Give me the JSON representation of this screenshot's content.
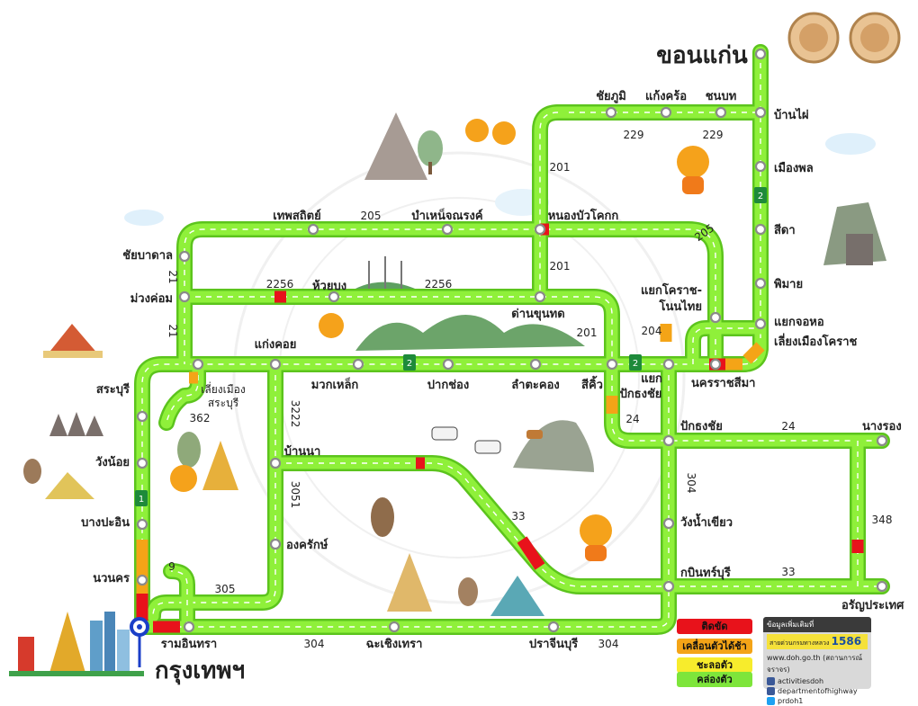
{
  "cities": {
    "start": "ขอนแก่น",
    "end": "กรุงเทพฯ"
  },
  "places": {
    "chaiyaphum": "ชัยภูมิ",
    "kaengkhro": "แก้งคร้อ",
    "chonnabot": "ชนบท",
    "banphai": "บ้านไผ่",
    "mueangphon": "เมืองพล",
    "sida": "สีดา",
    "phimai": "พิมาย",
    "yaekjorho": "แยกจอหอ",
    "bypasskorat": "เลี่ยงเมืองโคราช",
    "nakhonratchasima": "นครราชสีมา",
    "yaekkorat": "แยกโคราช-",
    "nonthai": "โนนไทย",
    "nongbuakok": "หนองบัวโคกก",
    "bamnetnarong": "บำเหน็จณรงค์",
    "thepsathit": "เทพสถิตย์",
    "chaibadan": "ชัยบาดาล",
    "muangkhom": "ม่วงค่อม",
    "huaibong": "ห้วยบง",
    "dankhunthot": "ด่านขุนทด",
    "kaengkhoi": "แก่งคอย",
    "muaklek": "มวกเหล็ก",
    "pakchong": "ปากช่อง",
    "lamtakhong": "ลำตะคอง",
    "sikhio": "สีคิ้ว",
    "yaek": "แยก",
    "pakthongchai_jct": "ปักธงชัย",
    "pakthongchai": "ปักธงชัย",
    "nangrong": "นางรอง",
    "saraburi": "สระบุรี",
    "bypasssaraburi1": "เลี่ยงเมือง",
    "bypasssaraburi2": "สระบุรี",
    "wangnoi": "วังน้อย",
    "bangpain": "บางปะอิน",
    "navanakorn": "นวนคร",
    "bannanal": "บ้านนา",
    "ongkharak": "องครักษ์",
    "wangnamkhiao": "วังน้ำเขียว",
    "kabinburi": "กบินทร์บุรี",
    "aranyaprathet": "อรัญประเทศ",
    "ramintra": "รามอินทรา",
    "chachoengsao": "ฉะเชิงเทรา",
    "prachinburi": "ปราจีนบุรี"
  },
  "routes": {
    "r229a": "229",
    "r229b": "229",
    "r201a": "201",
    "r201b": "201",
    "r201c": "201",
    "r205a": "205",
    "r205b": "205",
    "r2256a": "2256",
    "r2256b": "2256",
    "r21a": "21",
    "r21b": "21",
    "r204": "204",
    "r24a": "24",
    "r24b": "24",
    "r362": "362",
    "r3222": "3222",
    "r3051": "3051",
    "r33a": "33",
    "r33b": "33",
    "r304a": "304",
    "r304b": "304",
    "r304c": "304",
    "r348": "348",
    "r305": "305",
    "r9": "9",
    "shield1": "1",
    "shield2": "2"
  },
  "legend": {
    "jam": "ติดขัด",
    "slow": "เคลื่อนตัวได้ช้า",
    "moderate": "ชะลอตัว",
    "smooth": "คล่องตัว"
  },
  "info": {
    "title": "ข้อมูลเพิ่มเติมที่",
    "hotline_label": "สายด่วนกรมทางหลวง",
    "hotline": "1586",
    "website": "www.doh.go.th (สถานการณ์จราจร)",
    "fb1": "activitiesdoh",
    "fb2": "departmentofhighway",
    "tw": "prdoh1"
  },
  "colors": {
    "road": "#8ff03a",
    "road_edge": "#5cc41d",
    "jam": "#e8121b",
    "slow": "#f4a417",
    "moderate": "#f7ec2c",
    "smooth": "#7ee53b",
    "node_ring": "#8a8a8a",
    "bkk_marker": "#1b3fc8"
  }
}
